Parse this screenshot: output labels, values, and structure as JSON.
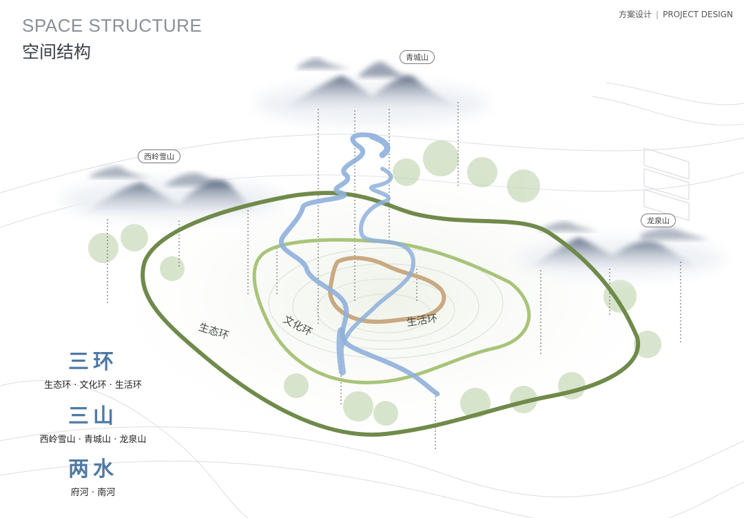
{
  "header": {
    "title_en": "SPACE STRUCTURE",
    "title_cn": "空间结构",
    "section_cn": "方案设计",
    "section_en": "PROJECT DESIGN"
  },
  "mountains": {
    "qingcheng": "青城山",
    "xiling": "西岭雪山",
    "longquan": "龙泉山"
  },
  "rings": {
    "eco": "生态环",
    "culture": "文化环",
    "life": "生活环"
  },
  "legend": [
    {
      "head": "三环",
      "sub": "生态环 · 文化环 · 生活环"
    },
    {
      "head": "三山",
      "sub": "西岭雪山 · 青城山 · 龙泉山"
    },
    {
      "head": "两水",
      "sub": "府河 · 南河"
    }
  ],
  "colors": {
    "eco_ring": "#6f8a4a",
    "culture_ring": "#a9c47a",
    "life_ring": "#c9a982",
    "water": "#8fb0dc",
    "mountain": "#4f5f78",
    "legend_head": "#4f79a3"
  }
}
